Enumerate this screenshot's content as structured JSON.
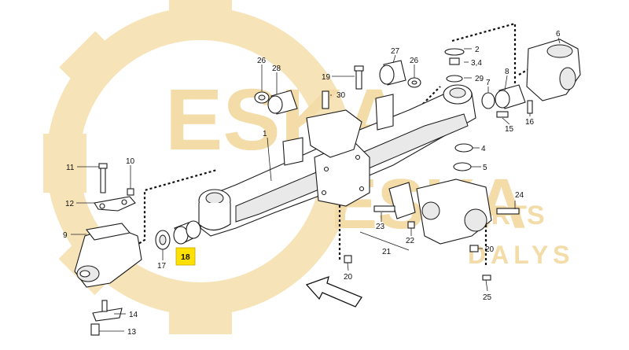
{
  "watermark": {
    "brand": "ESKA",
    "brand2": "ESKA",
    "tagline": "PARTS",
    "dealer": "DALYS",
    "color": "#f6e3b8"
  },
  "highlight": {
    "label": "18",
    "color": "#ffe000"
  },
  "callouts": {
    "c1": "1",
    "c2": "2",
    "c3": "3,4",
    "c4": "4",
    "c5": "5",
    "c6": "6",
    "c7": "7",
    "c8": "8",
    "c9": "9",
    "c10": "10",
    "c11": "11",
    "c12": "12",
    "c13": "13",
    "c14": "14",
    "c15": "15",
    "c16": "16",
    "c17": "17",
    "c19": "19",
    "c20a": "20",
    "c20b": "20",
    "c21": "21",
    "c22": "22",
    "c23": "23",
    "c24": "24",
    "c25": "25",
    "c26a": "26",
    "c26b": "26",
    "c27": "27",
    "c28": "28",
    "c29": "29",
    "c30": "30"
  }
}
